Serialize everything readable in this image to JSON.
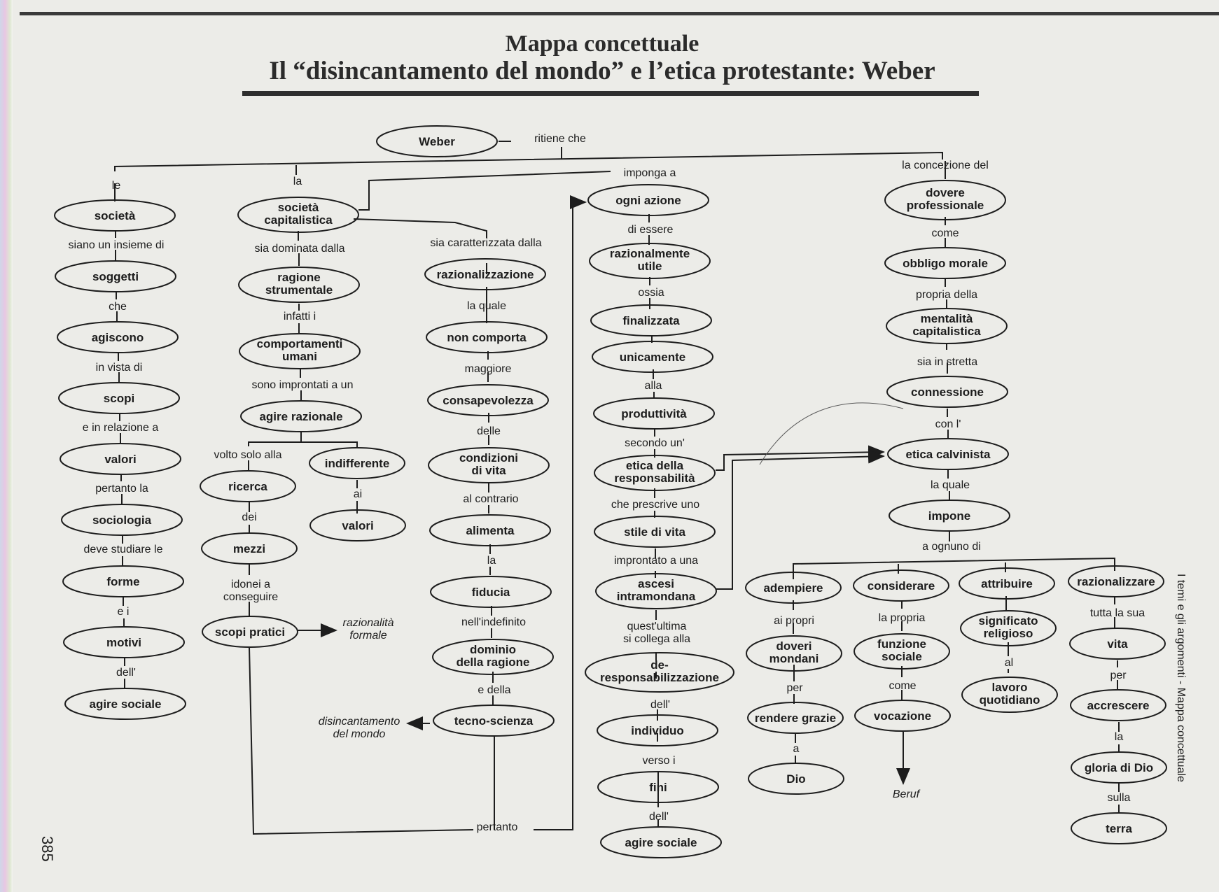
{
  "title": "Mappa concettuale",
  "subtitle": "Il “disincantamento del mondo” e l’etica protestante: Weber",
  "side_caption": "I temi e gli argomenti - Mappa concettuale",
  "page_number": "385",
  "nodes": {
    "weber": "Weber",
    "societa": "società",
    "soggetti": "soggetti",
    "agiscono": "agiscono",
    "scopi": "scopi",
    "valori_1": "valori",
    "sociologia": "sociologia",
    "forme": "forme",
    "motivi": "motivi",
    "agire_sociale_1": "agire sociale",
    "soc_cap_1": "società",
    "soc_cap_2": "capitalistica",
    "ragione_1": "ragione",
    "ragione_2": "strumentale",
    "comp_1": "comportamenti",
    "comp_2": "umani",
    "agire_razionale": "agire razionale",
    "ricerca": "ricerca",
    "indifferente": "indifferente",
    "mezzi": "mezzi",
    "valori_2": "valori",
    "scopi_pratici": "scopi pratici",
    "razionalizzazione": "razionalizzazione",
    "non_comporta": "non comporta",
    "consapevolezza": "consapevolezza",
    "condizioni_1": "condizioni",
    "condizioni_2": "di vita",
    "alimenta": "alimenta",
    "fiducia": "fiducia",
    "dominio_1": "dominio",
    "dominio_2": "della ragione",
    "tecno_scienza": "tecno-scienza",
    "ogni_azione": "ogni azione",
    "raz_utile_1": "razionalmente",
    "raz_utile_2": "utile",
    "finalizzata": "finalizzata",
    "unicamente": "unicamente",
    "produttivita": "produttività",
    "etica_resp_1": "etica della",
    "etica_resp_2": "responsabilità",
    "stile_vita": "stile di vita",
    "ascesi_1": "ascesi",
    "ascesi_2": "intramondana",
    "de_resp_1": "de-",
    "de_resp_2": "responsabilizzazione",
    "individuo": "individuo",
    "fini": "fini",
    "agire_sociale_2": "agire sociale",
    "dovere_1": "dovere",
    "dovere_2": "professionale",
    "obbligo_morale": "obbligo morale",
    "mentalita_1": "mentalità",
    "mentalita_2": "capitalistica",
    "connessione": "connessione",
    "etica_calvinista": "etica calvinista",
    "impone": "impone",
    "adempiere": "adempiere",
    "considerare": "considerare",
    "attribuire": "attribuire",
    "razionalizzare": "razionalizzare",
    "doveri_1": "doveri",
    "doveri_2": "mondani",
    "funzione_1": "funzione",
    "funzione_2": "sociale",
    "significato_1": "significato",
    "significato_2": "religioso",
    "vita": "vita",
    "rendere_grazie": "rendere grazie",
    "vocazione": "vocazione",
    "lavoro_1": "lavoro",
    "lavoro_2": "quotidiano",
    "accrescere": "accrescere",
    "dio": "Dio",
    "gloria": "gloria di Dio",
    "terra": "terra"
  },
  "links": {
    "ritiene_che": "ritiene che",
    "le": "le",
    "la": "la",
    "imponga_a": "imponga a",
    "la_concezione": "la concezione del",
    "siano_insieme": "siano un insieme di",
    "che": "che",
    "in_vista": "in vista di",
    "e_relazione": "e in relazione a",
    "pertanto_la": "pertanto la",
    "deve_studiare": "deve studiare le",
    "e_i": "e i",
    "dell_1": "dell'",
    "sia_dominata": "sia dominata dalla",
    "infatti_i": "infatti i",
    "sono_improntati": "sono improntati a un",
    "volto_solo": "volto solo alla",
    "ai": "ai",
    "dei": "dei",
    "idonei_1": "idonei a",
    "idonei_2": "conseguire",
    "sia_caratterizzata": "sia caratterizzata dalla",
    "la_quale_1": "la quale",
    "maggiore": "maggiore",
    "delle": "delle",
    "al_contrario": "al contrario",
    "la_2": "la",
    "nell_indefinito": "nell'indefinito",
    "e_della": "e della",
    "pertanto": "pertanto",
    "di_essere": "di essere",
    "ossia": "ossia",
    "alla": "alla",
    "secondo_un": "secondo un'",
    "che_prescrive": "che prescrive uno",
    "improntato": "improntato a una",
    "quest_1": "quest'ultima",
    "quest_2": "si collega alla",
    "dell_2": "dell'",
    "verso_i": "verso i",
    "dell_3": "dell'",
    "come_1": "come",
    "propria_della": "propria della",
    "sia_stretta": "sia in stretta",
    "con_l": "con l'",
    "la_quale_2": "la quale",
    "a_ognuno": "a ognuno di",
    "ai_propri": "ai propri",
    "la_propria": "la propria",
    "tutta_sua": "tutta la sua",
    "per_1": "per",
    "come_2": "come",
    "al": "al",
    "per_2": "per",
    "a": "a",
    "la_3": "la",
    "sulla": "sulla"
  },
  "side_notes": {
    "raz_formale_1": "razionalità",
    "raz_formale_2": "formale",
    "disincantamento_1": "disincantamento",
    "disincantamento_2": "del mondo",
    "beruf": "Beruf"
  }
}
